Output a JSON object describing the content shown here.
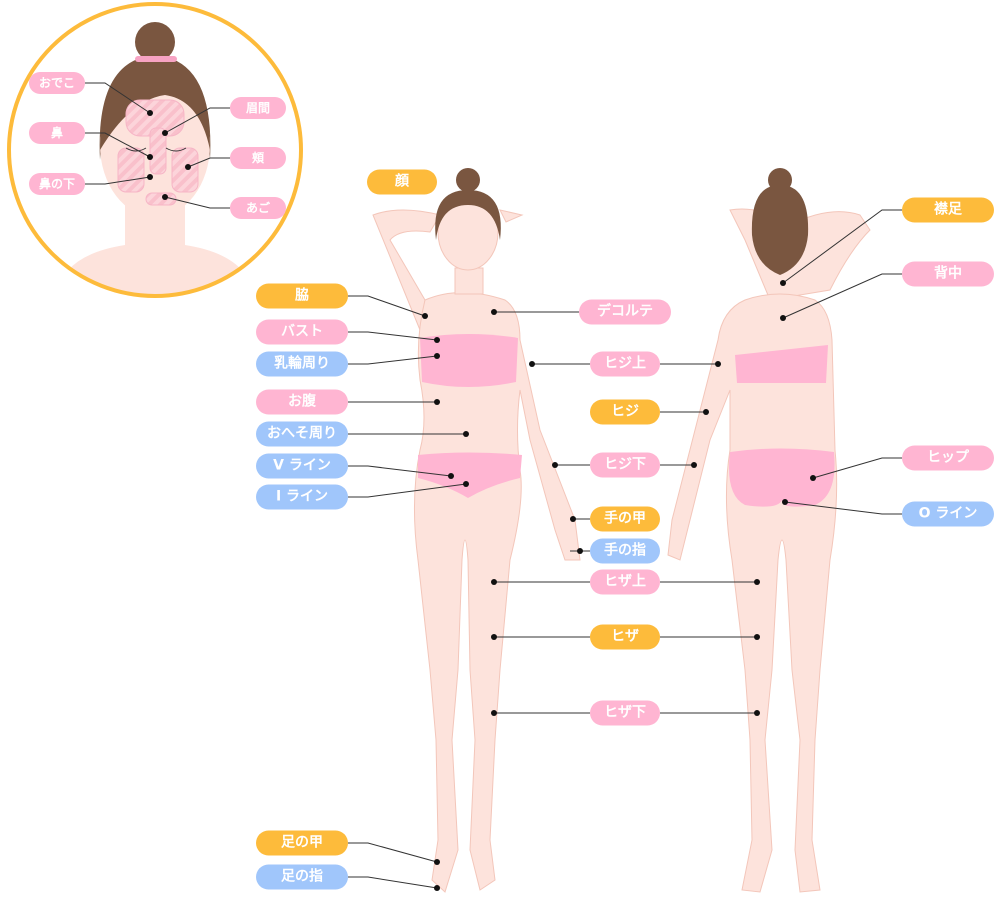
{
  "colors": {
    "orange": "#FDBB3B",
    "pink": "#FFB5D2",
    "blue": "#A0C6FB",
    "skin": "#FDE3DC",
    "hair": "#7A5640",
    "line": "#333333"
  },
  "face_inset": {
    "labels": {
      "forehead": "おでこ",
      "nose": "鼻",
      "under_nose": "鼻の下",
      "glabella": "眉間",
      "cheek": "頬",
      "chin": "あご"
    }
  },
  "body_labels": {
    "face": "顔",
    "armpit": "脇",
    "bust": "バスト",
    "areola": "乳輪周り",
    "belly": "お腹",
    "navel": "おへそ周り",
    "v_line": "V ライン",
    "i_line": "I ライン",
    "foot_top": "足の甲",
    "toes": "足の指",
    "decollete": "デコルテ",
    "upper_elbow": "ヒジ上",
    "elbow": "ヒジ",
    "lower_elbow": "ヒジ下",
    "hand_back": "手の甲",
    "fingers": "手の指",
    "upper_knee": "ヒザ上",
    "knee": "ヒザ",
    "lower_knee": "ヒザ下",
    "nape": "襟足",
    "back": "背中",
    "hip": "ヒップ",
    "o_line": "O ライン"
  }
}
